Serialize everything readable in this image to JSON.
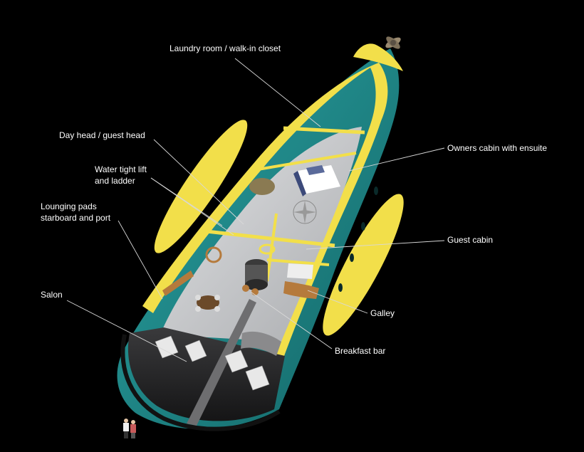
{
  "labels": {
    "laundry": "Laundry room / walk-in closet",
    "day_head": "Day head / guest head",
    "lift_line1": "Water tight lift",
    "lift_line2": "and ladder",
    "pads_line1": "Lounging pads",
    "pads_line2": "starboard and port",
    "salon": "Salon",
    "owners": "Owners cabin with ensuite",
    "guest": "Guest cabin",
    "galley": "Galley",
    "breakfast": "Breakfast bar"
  },
  "colors": {
    "background": "#000000",
    "hull_teal": "#1f8a8c",
    "hull_yellow": "#f2df4a",
    "floor_gray": "#cfd0d2",
    "deck_dark": "#2a2a2c",
    "wood": "#b57a3c",
    "label_text": "#ffffff",
    "leader_line": "#d8d8d8"
  }
}
